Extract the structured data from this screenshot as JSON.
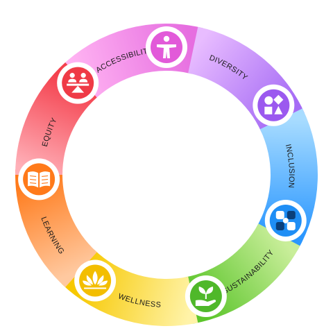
{
  "diagram": {
    "segments": [
      {
        "label": "ACCESSIBILITY",
        "icon": "accessibility-person-icon",
        "color_start": "#ffb3f2",
        "color_end": "#e66ee0",
        "icon_color": "#e25ad9"
      },
      {
        "label": "DIVERSITY",
        "icon": "shapes-icon",
        "color_start": "#e8bcff",
        "color_end": "#a66cf5",
        "icon_color": "#9b59ef"
      },
      {
        "label": "INCLUSION",
        "icon": "joined-hands-icon",
        "color_start": "#a8dcff",
        "color_end": "#2b97ff",
        "icon_color": "#1f8ef5"
      },
      {
        "label": "SUSTAINABILITY",
        "icon": "plant-in-hand-icon",
        "color_start": "#c9ee9a",
        "color_end": "#5cc52b",
        "icon_color": "#4fb82a"
      },
      {
        "label": "WELLNESS",
        "icon": "lotus-icon",
        "color_start": "#fff3a8",
        "color_end": "#f7c800",
        "icon_color": "#f3be00"
      },
      {
        "label": "LEARNING",
        "icon": "open-book-icon",
        "color_start": "#ffc9a0",
        "color_end": "#ff7a1a",
        "icon_color": "#ff7a1a"
      },
      {
        "label": "EQUITY",
        "icon": "balance-scale-icon",
        "color_start": "#ffb0b8",
        "color_end": "#f4404d",
        "icon_color": "#ef3a46"
      }
    ]
  }
}
